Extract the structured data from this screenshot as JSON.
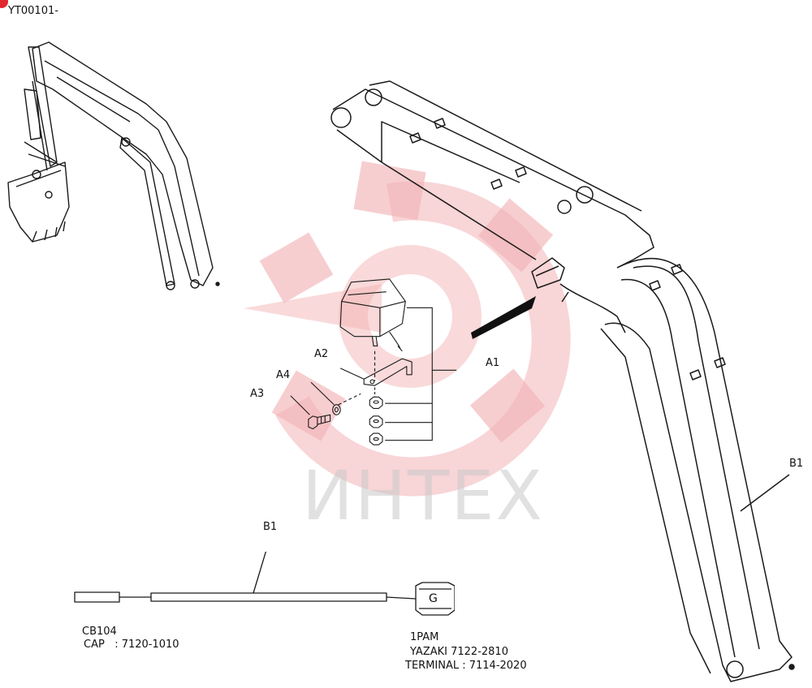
{
  "document": {
    "code": "YT00101-"
  },
  "watermark": {
    "text": "ИНТЕХ",
    "color": "#e8484e"
  },
  "callouts": {
    "a1": "A1",
    "a2": "A2",
    "a3": "A3",
    "a4": "A4",
    "b1_boom": "B1",
    "b1_harness": "B1"
  },
  "harness": {
    "connector_letter": "G",
    "left_end": {
      "name": "CB104",
      "cap_line": "CAP   : 7120-1010"
    },
    "right_end": {
      "name": "1PAM",
      "maker_line": "YAZAKI 7122-2810",
      "terminal_line": "TERMINAL : 7114-2020"
    }
  }
}
